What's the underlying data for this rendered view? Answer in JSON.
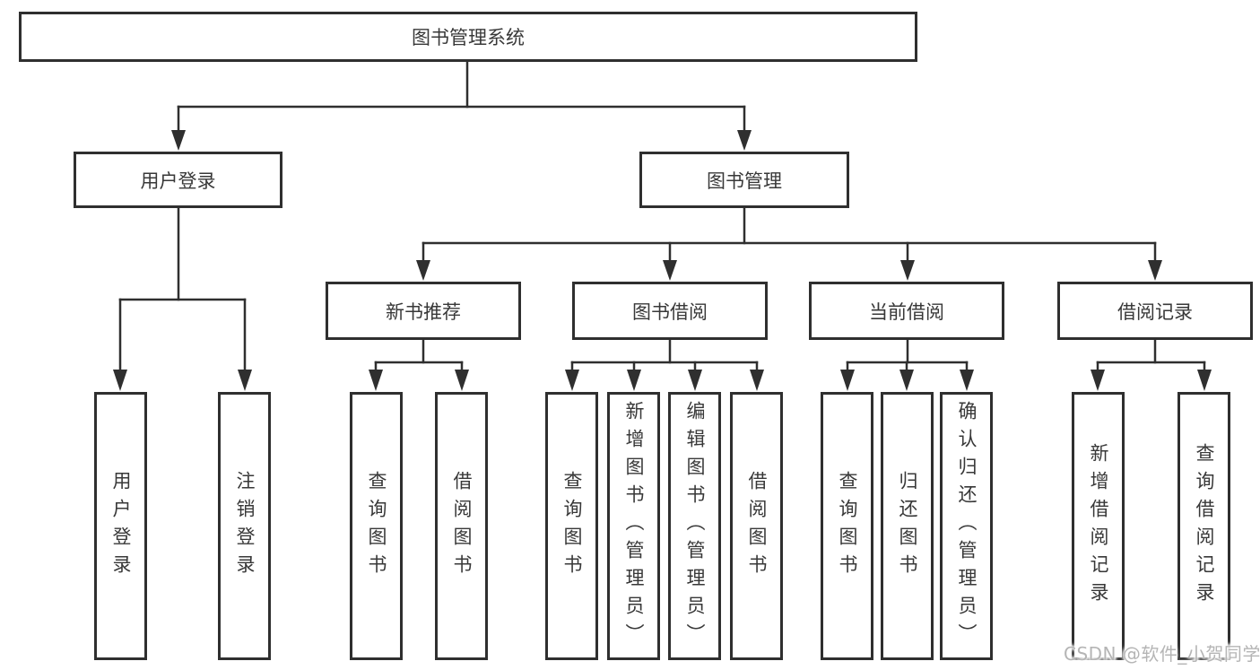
{
  "diagram": {
    "nodes": {
      "root": "图书管理系统",
      "user_login": "用户登录",
      "book_mgmt": "图书管理",
      "new_book_rec": "新书推荐",
      "book_borrow": "图书借阅",
      "current_borrow": "当前借阅",
      "borrow_record": "借阅记录",
      "leaf_user_login": "用户登录",
      "leaf_logout": "注销登录",
      "leaf_rec_query": "查询图书",
      "leaf_rec_borrow": "借阅图书",
      "leaf_bb_query": "查询图书",
      "leaf_bb_add": "新增图书（管理员）",
      "leaf_bb_edit": "编辑图书（管理员）",
      "leaf_bb_borrow": "借阅图书",
      "leaf_cb_query": "查询图书",
      "leaf_cb_return": "归还图书",
      "leaf_cb_confirm": "确认归还（管理员）",
      "leaf_br_add": "新增借阅记录",
      "leaf_br_query": "查询借阅记录"
    },
    "watermark": "CSDN @软件_小贺同学",
    "colors": {
      "line": "#2f2f2f",
      "text": "#383838",
      "watermark": "#b5b5b5",
      "background": "#ffffff"
    }
  }
}
